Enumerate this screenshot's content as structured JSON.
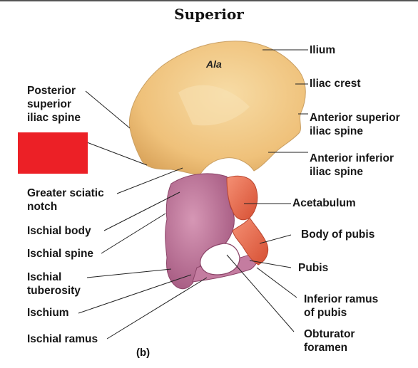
{
  "title": "Superior",
  "panel_label": "(b)",
  "region_label": "Ala",
  "labels_left": {
    "posterior_superior_iliac_spine": [
      "Posterior",
      "superior",
      "iliac spine"
    ],
    "greater_sciatic_notch": [
      "Greater sciatic",
      "notch"
    ],
    "ischial_body": "Ischial body",
    "ischial_spine": "Ischial spine",
    "ischial_tuberosity": [
      "Ischial",
      "tuberosity"
    ],
    "ischium": "Ischium",
    "ischial_ramus": "Ischial ramus"
  },
  "labels_right": {
    "ilium": "Ilium",
    "iliac_crest": "Iliac crest",
    "anterior_superior_iliac_spine": [
      "Anterior superior",
      "iliac spine"
    ],
    "anterior_inferior_iliac_spine": [
      "Anterior inferior",
      "iliac spine"
    ],
    "acetabulum": "Acetabulum",
    "body_of_pubis": "Body of pubis",
    "pubis": "Pubis",
    "inferior_ramus_of_pubis": [
      "Inferior ramus",
      "of pubis"
    ],
    "obturator_foramen": [
      "Obturator",
      "foramen"
    ]
  },
  "colors": {
    "ilium": "#f0c27a",
    "ischium": "#b86a90",
    "pubis": "#e9674a",
    "redaction": "#ec2026"
  }
}
